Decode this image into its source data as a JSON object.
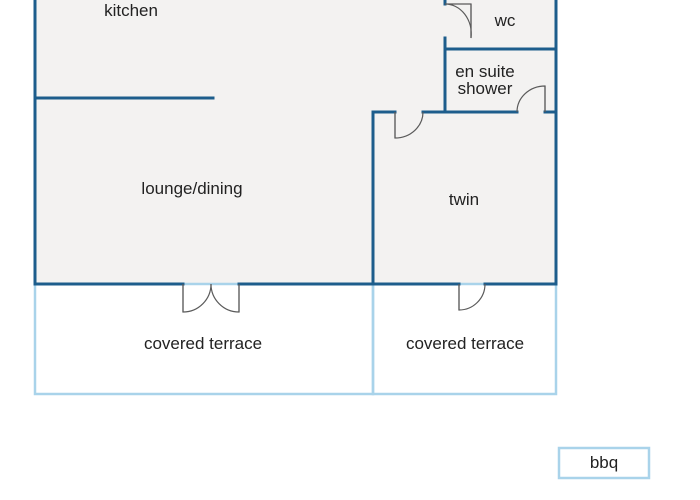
{
  "rooms": {
    "kitchen": "kitchen",
    "wc": "wc",
    "en_suite_line1": "en suite",
    "en_suite_line2": "shower",
    "lounge_dining": "lounge/dining",
    "twin": "twin",
    "terrace_left": "covered terrace",
    "terrace_right": "covered terrace",
    "bbq": "bbq"
  },
  "colors": {
    "interior_wall": "#1d5d8c",
    "terrace_outline": "#a9d3ea",
    "room_fill": "#f3f2f1",
    "door": "#5a5a5a",
    "text": "#222222"
  }
}
